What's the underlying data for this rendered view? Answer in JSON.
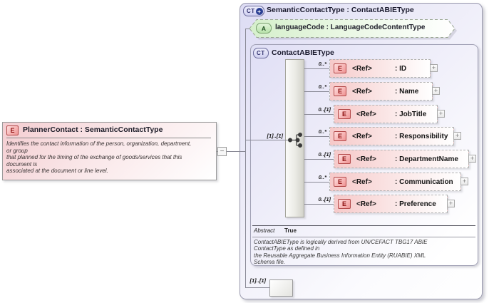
{
  "icons": {
    "element_badge": "E",
    "complex_type_badge": "CT",
    "attribute_badge": "A",
    "plus": "+",
    "minus": "−"
  },
  "planner_box": {
    "title": "PlannerContact : SemanticContactType",
    "description": "Identifies the contact information of the person, organization, department,\nor group\nthat planned for the timing of the exchange of goods/services that this\ndocument is\nassociated at the document or line level."
  },
  "outer": {
    "title": "SemanticContactType : ContactABIEType",
    "attribute": {
      "label": "languageCode : LanguageCodeContentType"
    },
    "inner": {
      "title": "ContactABIEType",
      "group_cardinality": "[1]..[1]",
      "elements": [
        {
          "cardinality": "0..*",
          "ref": "<Ref>",
          "name": ": ID"
        },
        {
          "cardinality": "0..*",
          "ref": "<Ref>",
          "name": ": Name"
        },
        {
          "cardinality": "0..[1]",
          "ref": "<Ref>",
          "name": ": JobTitle"
        },
        {
          "cardinality": "0..*",
          "ref": "<Ref>",
          "name": ": Responsibility"
        },
        {
          "cardinality": "0..[1]",
          "ref": "<Ref>",
          "name": ": DepartmentName"
        },
        {
          "cardinality": "0..*",
          "ref": "<Ref>",
          "name": ": Communication"
        },
        {
          "cardinality": "0..[1]",
          "ref": "<Ref>",
          "name": ": Preference"
        }
      ],
      "abstract_label": "Abstract",
      "abstract_value": "True",
      "documentation": "ContactABIEType is logically derived from UN/CEFACT TBG17 ABIE\nContactType as defined in\nthe Reusable Aggregate Business Information Entity (RUABIE) XML\nSchema file."
    },
    "bottom_group_cardinality": "[1]..[1]"
  },
  "colors": {
    "element_fill": "#f6c9c9",
    "attribute_fill": "#cdeac0",
    "container_fill": "#dddcf4",
    "badge_border_red": "#b24848",
    "connector": "#8a8a96"
  }
}
